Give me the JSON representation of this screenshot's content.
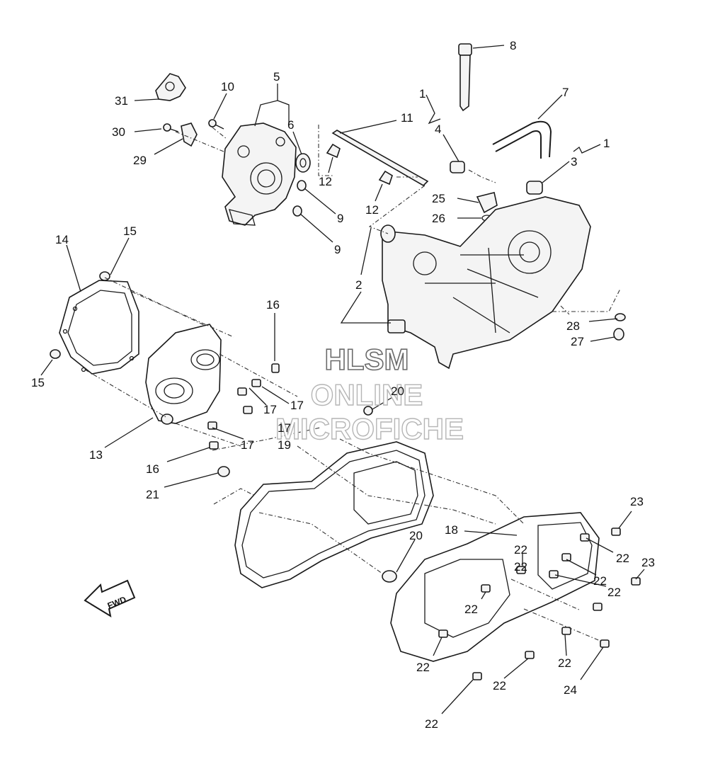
{
  "watermark": {
    "line1": "HLSM",
    "line2": "ONLINE",
    "line3": "MICROFICHE"
  },
  "fwd_label": "FWD",
  "callouts": [
    {
      "id": "c-31",
      "text": "31"
    },
    {
      "id": "c-30",
      "text": "30"
    },
    {
      "id": "c-29",
      "text": "29"
    },
    {
      "id": "c-10",
      "text": "10"
    },
    {
      "id": "c-5",
      "text": "5"
    },
    {
      "id": "c-6",
      "text": "6"
    },
    {
      "id": "c-12a",
      "text": "12"
    },
    {
      "id": "c-12b",
      "text": "12"
    },
    {
      "id": "c-9a",
      "text": "9"
    },
    {
      "id": "c-9b",
      "text": "9"
    },
    {
      "id": "c-11",
      "text": "11"
    },
    {
      "id": "c-8",
      "text": "8"
    },
    {
      "id": "c-7",
      "text": "7"
    },
    {
      "id": "c-1a",
      "text": "1"
    },
    {
      "id": "c-4",
      "text": "4"
    },
    {
      "id": "c-1b",
      "text": "1"
    },
    {
      "id": "c-3",
      "text": "3"
    },
    {
      "id": "c-25",
      "text": "25"
    },
    {
      "id": "c-26",
      "text": "26"
    },
    {
      "id": "c-2",
      "text": "2"
    },
    {
      "id": "c-28",
      "text": "28"
    },
    {
      "id": "c-27",
      "text": "27"
    },
    {
      "id": "c-14",
      "text": "14"
    },
    {
      "id": "c-15a",
      "text": "15"
    },
    {
      "id": "c-15b",
      "text": "15"
    },
    {
      "id": "c-16a",
      "text": "16"
    },
    {
      "id": "c-16b",
      "text": "16"
    },
    {
      "id": "c-17a",
      "text": "17"
    },
    {
      "id": "c-17b",
      "text": "17"
    },
    {
      "id": "c-17c",
      "text": "17"
    },
    {
      "id": "c-17d",
      "text": "17"
    },
    {
      "id": "c-19",
      "text": "19"
    },
    {
      "id": "c-20a",
      "text": "20"
    },
    {
      "id": "c-13",
      "text": "13"
    },
    {
      "id": "c-21",
      "text": "21"
    },
    {
      "id": "c-18",
      "text": "18"
    },
    {
      "id": "c-23a",
      "text": "23"
    },
    {
      "id": "c-23b",
      "text": "23"
    },
    {
      "id": "c-20b",
      "text": "20"
    },
    {
      "id": "c-22a",
      "text": "22"
    },
    {
      "id": "c-22b",
      "text": "22"
    },
    {
      "id": "c-22c",
      "text": "22"
    },
    {
      "id": "c-22d",
      "text": "22"
    },
    {
      "id": "c-22e",
      "text": "22"
    },
    {
      "id": "c-22f",
      "text": "22"
    },
    {
      "id": "c-22g",
      "text": "22"
    },
    {
      "id": "c-22h",
      "text": "22"
    },
    {
      "id": "c-22i",
      "text": "22"
    },
    {
      "id": "c-22j",
      "text": "22"
    },
    {
      "id": "c-24",
      "text": "24"
    }
  ]
}
